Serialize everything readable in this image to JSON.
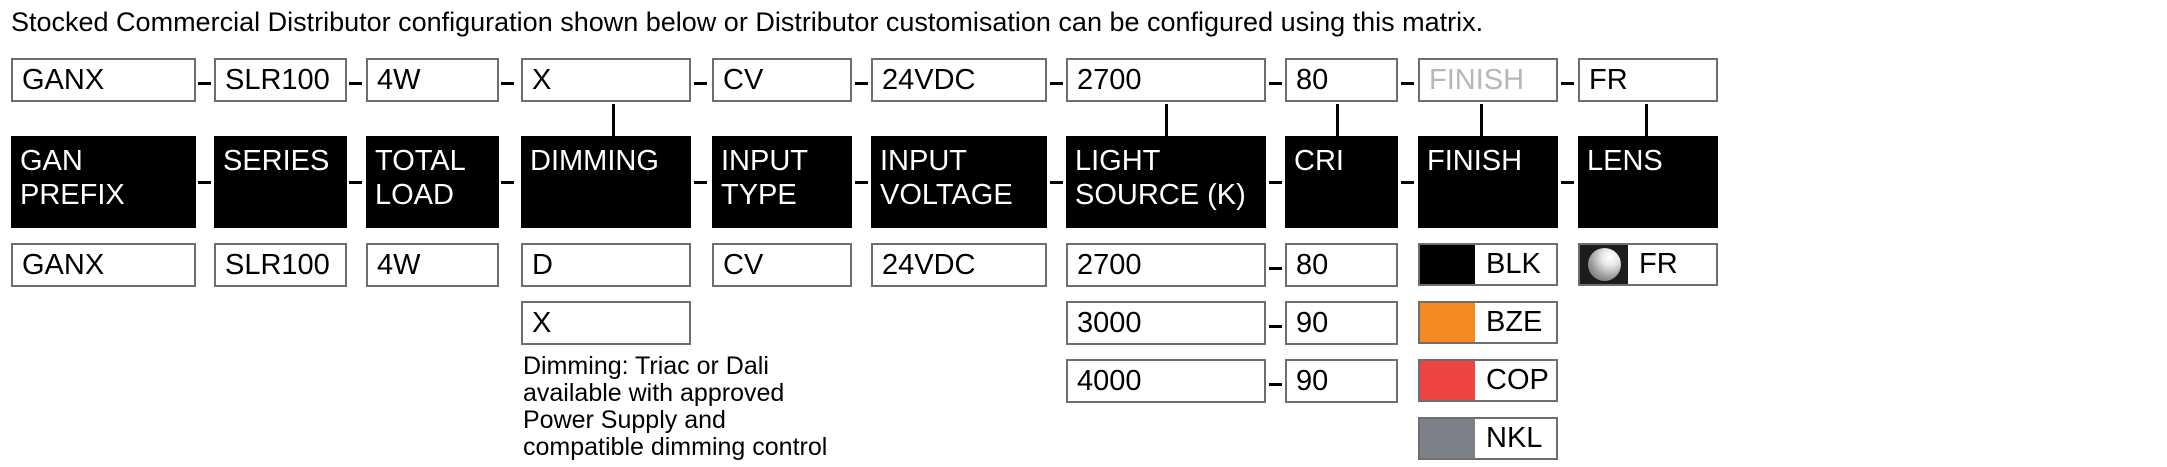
{
  "intro": "Stocked Commercial Distributor configuration shown below or Distributor customisation can be configured using this matrix.",
  "config_row": {
    "label": "current-configuration",
    "values": [
      {
        "name": "gan-prefix",
        "value": "GANX",
        "ghost": false
      },
      {
        "name": "series",
        "value": "SLR100",
        "ghost": false
      },
      {
        "name": "total-load",
        "value": "4W",
        "ghost": false
      },
      {
        "name": "dimming",
        "value": "X",
        "ghost": false
      },
      {
        "name": "input-type",
        "value": "CV",
        "ghost": false
      },
      {
        "name": "input-voltage",
        "value": "24VDC",
        "ghost": false
      },
      {
        "name": "light-source",
        "value": "2700",
        "ghost": false
      },
      {
        "name": "cri",
        "value": "80",
        "ghost": false
      },
      {
        "name": "finish",
        "value": "FINISH",
        "ghost": true
      },
      {
        "name": "lens",
        "value": "FR",
        "ghost": false
      }
    ]
  },
  "headers": [
    {
      "name": "gan-prefix",
      "label": "GAN\nPREFIX"
    },
    {
      "name": "series",
      "label": "SERIES"
    },
    {
      "name": "total-load",
      "label": "TOTAL\nLOAD"
    },
    {
      "name": "dimming",
      "label": "DIMMING"
    },
    {
      "name": "input-type",
      "label": "INPUT\nTYPE"
    },
    {
      "name": "input-voltage",
      "label": "INPUT\nVOLTAGE"
    },
    {
      "name": "light-source",
      "label": "LIGHT\nSOURCE (K)"
    },
    {
      "name": "cri",
      "label": "CRI"
    },
    {
      "name": "finish",
      "label": "FINISH"
    },
    {
      "name": "lens",
      "label": "LENS"
    }
  ],
  "options": {
    "gan_prefix": [
      "GANX"
    ],
    "series": [
      "SLR100"
    ],
    "total_load": [
      "4W"
    ],
    "dimming": [
      "D",
      "X"
    ],
    "input_type": [
      "CV"
    ],
    "input_voltage": [
      "24VDC"
    ],
    "light_source": [
      "2700",
      "3000",
      "4000"
    ],
    "cri": [
      "80",
      "90",
      "90"
    ],
    "finish": [
      {
        "code": "BLK",
        "color": "#000000"
      },
      {
        "code": "BZE",
        "color": "#F58A22"
      },
      {
        "code": "COP",
        "color": "#EF4444"
      },
      {
        "code": "NKL",
        "color": "#7B8089"
      }
    ],
    "lens": [
      {
        "code": "FR",
        "icon": "frosted-lens-icon"
      }
    ]
  },
  "dimming_note": "Dimming: Triac or Dali\navailable with approved\nPower Supply and\ncompatible dimming control",
  "separator": "–"
}
